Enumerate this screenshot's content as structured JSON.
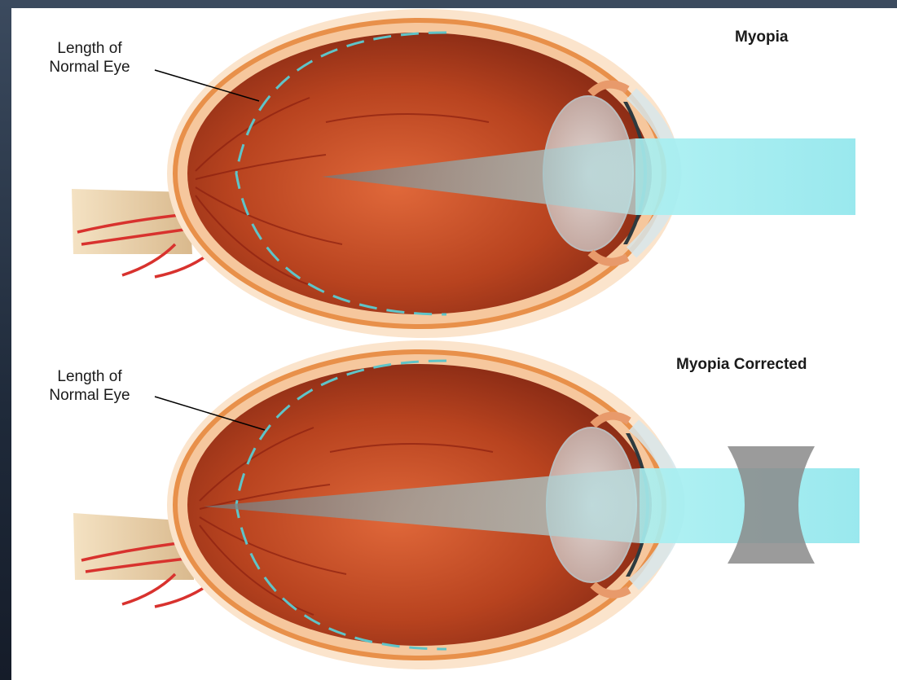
{
  "diagram": {
    "top": {
      "title": "Myopia",
      "normal_length_label_line1": "Length of",
      "normal_length_label_line2": "Normal Eye"
    },
    "bottom": {
      "title": "Myopia Corrected",
      "normal_length_label_line1": "Length of",
      "normal_length_label_line2": "Normal Eye"
    }
  },
  "colors": {
    "background_frame": "#2b3648",
    "eye_interior": "#a8381a",
    "sclera": "#f7cfa6",
    "light_beam": "#7fe3ea",
    "dashed_outline": "#5fc4c8",
    "concave_lens": "#8a8a8a"
  }
}
